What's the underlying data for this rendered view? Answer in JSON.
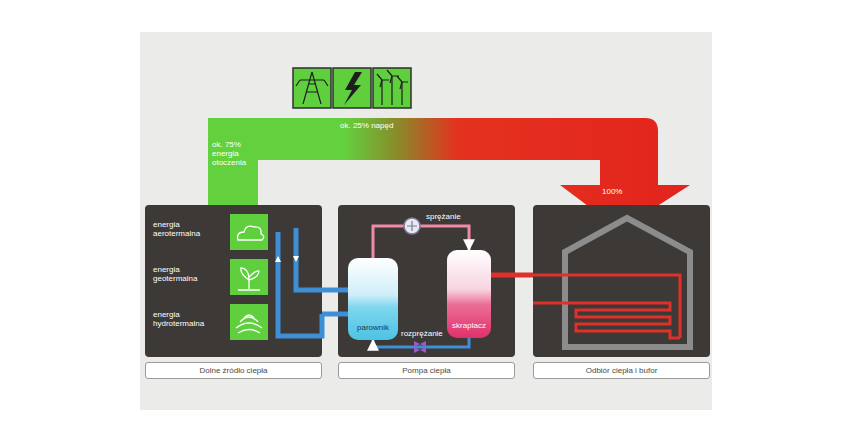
{
  "diagram": {
    "nodes": [
      {
        "text": [
          "Dolne źródło ciepła"
        ]
      },
      {
        "text": [
          "Pompa ciepła"
        ]
      },
      {
        "text": [
          "parownik"
        ],
        "in": 1
      },
      {
        "text": [
          "skraplacz"
        ],
        "in": 1
      },
      {
        "text": [
          "Odbiór ciepła i bufor"
        ]
      }
    ],
    "edges": [
      {
        "from": 0,
        "to": 2,
        "arrow": "none"
      },
      {
        "from": 2,
        "to": 3,
        "label": "sprężanie",
        "arrow": "to"
      },
      {
        "from": 3,
        "to": 2,
        "label": "rozprężanie",
        "arrow": "to"
      },
      {
        "from": 3,
        "to": 4,
        "arrow": "none"
      }
    ],
    "labels": [
      "ok. 25% napęd",
      "ok. 75% energia otoczenia",
      "100%",
      "energia aerotermalna",
      "energia geotermalna",
      "energia hydrotermalna"
    ]
  }
}
